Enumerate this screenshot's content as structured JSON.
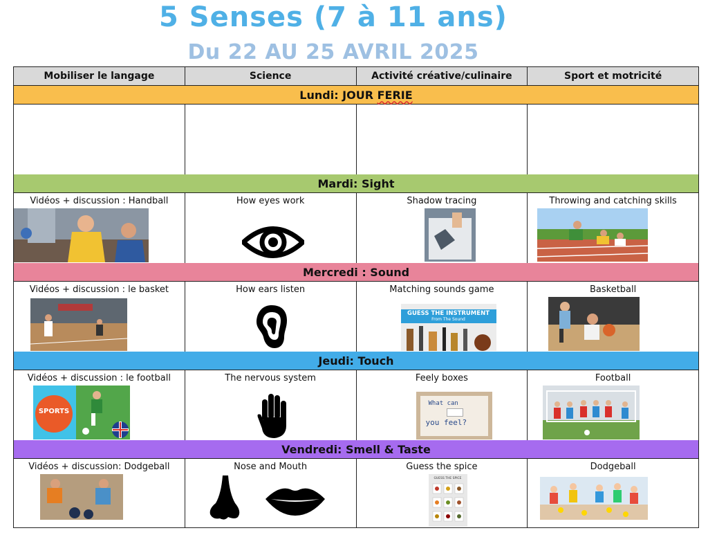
{
  "title": "5 Senses (7 à 11 ans)",
  "subtitle": "Du 22 AU 25 AVRIL 2025",
  "columns": [
    "Mobiliser le langage",
    "Science",
    "Activité créative/culinaire",
    "Sport et motricité"
  ],
  "days": [
    {
      "label": "Lundi: JOUR FERIE",
      "color": "#f9be4d",
      "activities": [
        "",
        "",
        "",
        ""
      ]
    },
    {
      "label": "Mardi: Sight",
      "color": "#a7c96f",
      "activities": [
        "Vidéos + discussion : Handball",
        "How eyes work",
        "Shadow tracing",
        "Throwing and catching skills"
      ]
    },
    {
      "label": "Mercredi : Sound",
      "color": "#e8849a",
      "activities": [
        "Vidéos + discussion : le basket",
        "How ears listen",
        "Matching sounds game",
        "Basketball"
      ]
    },
    {
      "label": "Jeudi: Touch",
      "color": "#42ace8",
      "activities": [
        "Vidéos + discussion : le football",
        "The nervous system",
        "Feely boxes",
        "Football"
      ]
    },
    {
      "label": "Vendredi: Smell & Taste",
      "color": "#a66bef",
      "activities": [
        "Vidéos + discussion: Dodgeball",
        "Nose and Mouth",
        "Guess the spice",
        "Dodgeball"
      ]
    }
  ],
  "image_text": {
    "sports_badge": "SPORTS",
    "guess_instrument": "GUESS THE INSTRUMENT",
    "from_the_sound": "From The Sound",
    "feely_text_1": "What can",
    "feely_text_2": "you feel?",
    "spice_text": "GUESS THE SPICE"
  },
  "icons": [
    "eye-icon",
    "ear-icon",
    "hand-icon",
    "nose-icon",
    "lips-icon"
  ]
}
